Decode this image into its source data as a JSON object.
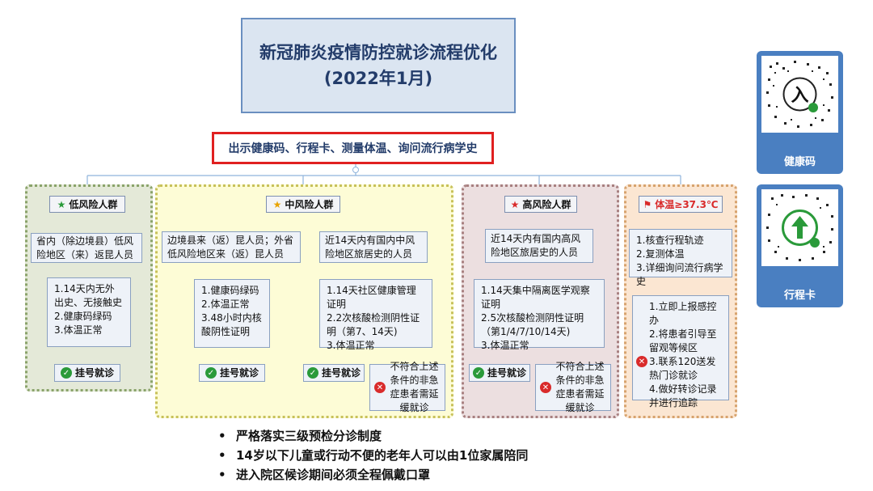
{
  "title": {
    "line1": "新冠肺炎疫情防控就诊流程优化",
    "line2": "(2022年1月)"
  },
  "entry": "出示健康码、行程卡、测量体温、询问流行病学史",
  "low": {
    "header": "低风险人群",
    "desc": "省内（除边境县）低风险地区（来）返昆人员",
    "checks": [
      "1.14天内无外出史、无接触史",
      "2.健康码绿码",
      "3.体温正常"
    ],
    "result": "挂号就诊"
  },
  "mid": {
    "header": "中风险人群",
    "left": {
      "desc": "边境县来（返）昆人员；外省低风险地区来（返）昆人员",
      "checks": [
        "1.健康码绿码",
        "2.体温正常",
        "3.48小时内核酸阴性证明"
      ],
      "result": "挂号就诊"
    },
    "right": {
      "desc": "近14天内有国内中风险地区旅居史的人员",
      "checks": [
        "1.14天社区健康管理证明",
        "2.2次核酸检测阴性证明（第7、14天)",
        "3.体温正常"
      ],
      "result": "挂号就诊",
      "warn": "不符合上述条件的非急症患者需延缓就诊"
    }
  },
  "high": {
    "header": "高风险人群",
    "desc": "近14天内有国内高风险地区旅居史的人员",
    "checks": [
      "1.14天集中隔离医学观察证明",
      "2.5次核酸检测阴性证明（第1/4/7/10/14天)",
      "3.体温正常"
    ],
    "result": "挂号就诊",
    "warn": "不符合上述条件的非急症患者需延缓就诊"
  },
  "temp": {
    "header": "体温≥37.3℃",
    "steps": [
      "1.核查行程轨迹",
      "2.复测体温",
      "3.详细询问流行病学史"
    ],
    "actions": [
      "1.立即上报感控办",
      "2.将患者引导至留观等候区",
      "3.联系120送发热门诊就诊",
      "4.做好转诊记录并进行追踪"
    ]
  },
  "qr": {
    "health": "健康码",
    "health_glyph": "入",
    "trip": "行程卡"
  },
  "notes": [
    "严格落实三级预检分诊制度",
    "14岁以下儿童或行动不便的老年人可以由1位家属陪同",
    "进入院区候诊期间必须全程佩戴口罩"
  ],
  "colors": {
    "low": "#e4e9d8",
    "mid": "#fdfcd6",
    "high": "#ecdfe0",
    "temp": "#fbe6d2",
    "accent": "#4a7fc1",
    "alert": "#e02020"
  }
}
